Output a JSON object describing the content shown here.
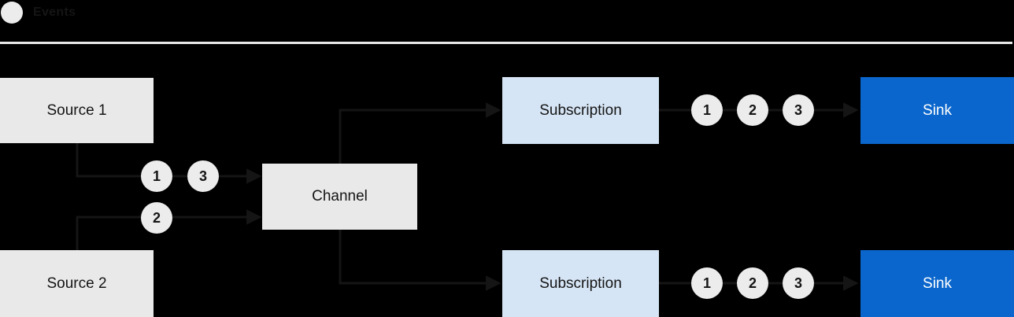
{
  "legend": {
    "label": "Events"
  },
  "colors": {
    "background": "#000000",
    "node-gray": "#e9e9e9",
    "circle-gray": "#ececec",
    "node-light-blue": "#d6e5f5",
    "node-blue": "#0a66cc",
    "line-dark": "#151515",
    "text-dark": "#151515",
    "text-light": "#ffffff"
  },
  "nodes": {
    "source1": {
      "label": "Source 1"
    },
    "source2": {
      "label": "Source 2"
    },
    "channel": {
      "label": "Channel"
    },
    "subscription1": {
      "label": "Subscription"
    },
    "subscription2": {
      "label": "Subscription"
    },
    "sink1": {
      "label": "Sink"
    },
    "sink2": {
      "label": "Sink"
    }
  },
  "events": {
    "source1_to_channel": [
      "1",
      "3"
    ],
    "source2_to_channel": [
      "2"
    ],
    "subscription1_to_sink": [
      "1",
      "2",
      "3"
    ],
    "subscription2_to_sink": [
      "1",
      "2",
      "3"
    ]
  }
}
